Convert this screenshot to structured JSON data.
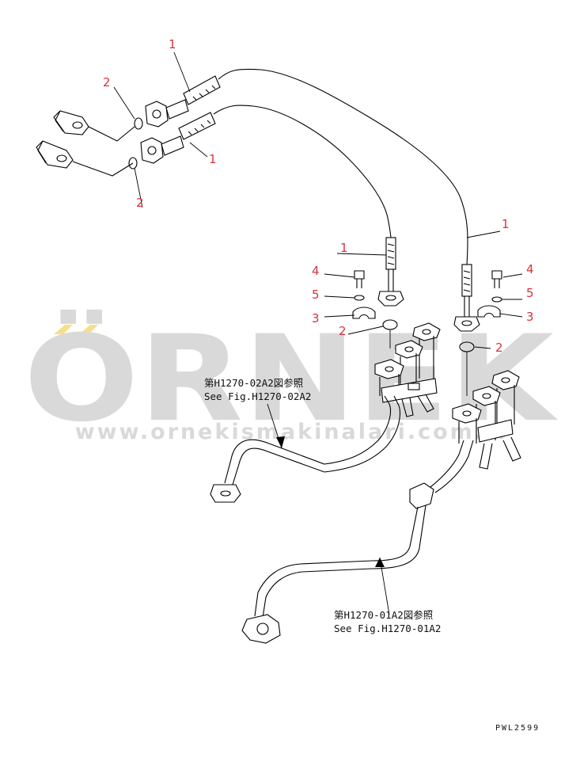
{
  "watermark": {
    "logo_text": "ÖRNEK",
    "url": "www.ornekismakinalari.com.tr",
    "color": "#d9d9d9",
    "accent": "#f6df8a"
  },
  "callout_color": "#d8333a",
  "callouts": {
    "c1": "1",
    "c2": "1",
    "c3": "1",
    "c4": "1",
    "c5": "2",
    "c6": "2",
    "c7": "2",
    "c8": "2",
    "c9": "3",
    "c10": "3",
    "c11": "4",
    "c12": "4",
    "c13": "5",
    "c14": "5"
  },
  "references": {
    "upper_ja": "第H1270-02A2図参照",
    "upper_en": "See Fig.H1270-02A2",
    "lower_ja": "第H1270-01A2図参照",
    "lower_en": "See Fig.H1270-01A2"
  },
  "drawing_number": "PWL2599"
}
